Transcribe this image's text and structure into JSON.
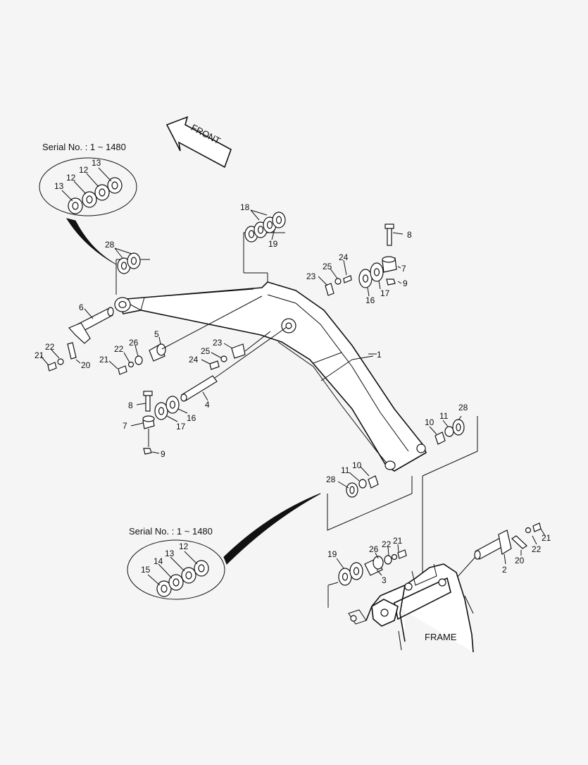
{
  "direction_arrow": {
    "label": "FRONT"
  },
  "frame_label": "FRAME",
  "serial_notes": {
    "top": "Serial No. : 1 ~ 1480",
    "bottom": "Serial No. : 1 ~ 1480"
  },
  "callouts": {
    "top_bubble": [
      "13",
      "12",
      "12",
      "13"
    ],
    "bottom_bubble": [
      "15",
      "14",
      "13",
      "12"
    ],
    "p28a": "28",
    "p18": "18",
    "p19a": "19",
    "p8a": "8",
    "p7a": "7",
    "p9a": "9",
    "p24a": "24",
    "p25a": "25",
    "p23a": "23",
    "p16a": "16",
    "p17a": "17",
    "p6": "6",
    "p22a": "22",
    "p21a": "21",
    "p20a": "20",
    "p5": "5",
    "p22b": "22",
    "p26a": "26",
    "p21b": "21",
    "p23b": "23",
    "p25b": "25",
    "p24b": "24",
    "p1": "1",
    "p8b": "8",
    "p7b": "7",
    "p17b": "17",
    "p16b": "16",
    "p4": "4",
    "p9b": "9",
    "p10a": "10",
    "p11a": "11",
    "p28b": "28",
    "p11b": "11",
    "p10b": "10",
    "p28c": "28",
    "p19b": "19",
    "p26b": "26",
    "p22c": "22",
    "p21c": "21",
    "p3": "3",
    "p2": "2",
    "p20b": "20",
    "p22d": "22",
    "p21d": "21"
  }
}
